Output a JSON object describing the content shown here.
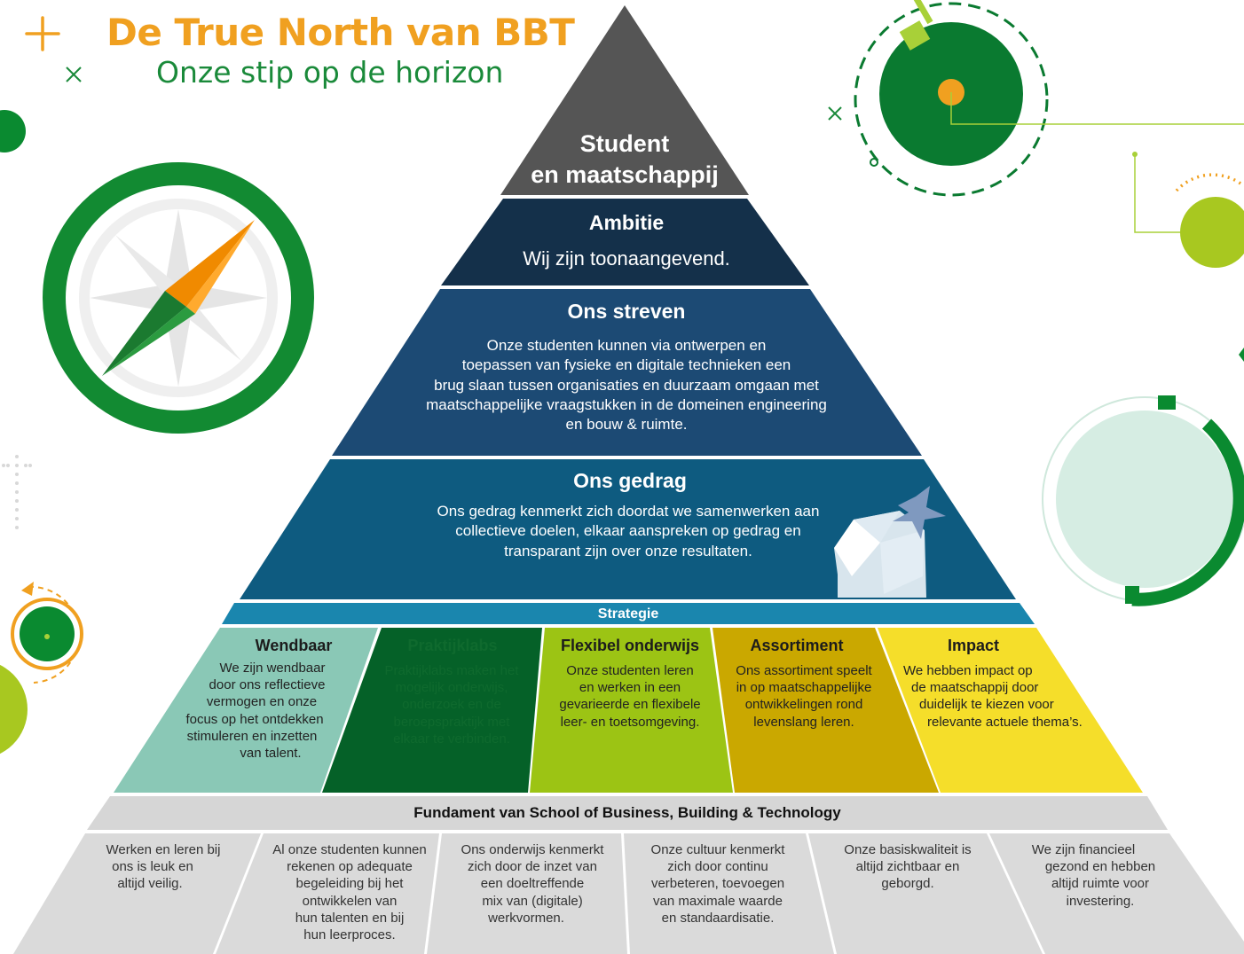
{
  "header": {
    "title": "De True North van BBT",
    "subtitle": "Onze stip op de horizon"
  },
  "pyramid": {
    "top": {
      "line1": "Student",
      "line2": "en maatschappij"
    },
    "ambitie": {
      "title": "Ambitie",
      "text": "Wij zijn toonaangevend."
    },
    "streven": {
      "title": "Ons streven",
      "lines": [
        "Onze studenten kunnen via ontwerpen en",
        "toepassen van fysieke en digitale technieken een",
        "brug slaan tussen organisaties en duurzaam omgaan met",
        "maatschappelijke vraagstukken in de domeinen engineering",
        "en bouw & ruimte."
      ]
    },
    "gedrag": {
      "title": "Ons gedrag",
      "lines": [
        "Ons gedrag kenmerkt zich doordat we samenwerken aan",
        "collectieve doelen, elkaar aanspreken op gedrag en",
        "transparant zijn over onze resultaten."
      ]
    }
  },
  "strategie": {
    "label": "Strategie",
    "pillars": [
      {
        "title": "Wendbaar",
        "lines": [
          "We zijn wendbaar",
          "door ons reflectieve",
          "vermogen en onze",
          "focus op het ontdekken",
          "stimuleren en inzetten",
          "van talent."
        ]
      },
      {
        "title": "Praktijklabs",
        "lines": [
          "Praktijklabs maken het",
          "mogelijk onderwijs,",
          "onderzoek en de",
          "beroepspraktijk met",
          "elkaar te verbinden."
        ]
      },
      {
        "title": "Flexibel onderwijs",
        "lines": [
          "Onze studenten leren",
          "en werken in een",
          "gevarieerde en flexibele",
          "leer- en toetsomgeving."
        ]
      },
      {
        "title": "Assortiment",
        "lines": [
          "Ons assortiment speelt",
          "in op maatschappelijke",
          "ontwikkelingen rond",
          "levenslang leren."
        ]
      },
      {
        "title": "Impact",
        "lines": [
          "We hebben impact op",
          "de maatschappij door",
          "duidelijk te kiezen voor",
          "relevante actuele thema’s."
        ]
      }
    ]
  },
  "fundament": {
    "title": "Fundament van School of Business, Building & Technology",
    "items": [
      {
        "lines": [
          "Werken en leren bij",
          "ons is leuk en",
          "altijd veilig."
        ]
      },
      {
        "lines": [
          "Al onze studenten kunnen",
          "rekenen op adequate",
          "begeleiding bij het",
          "ontwikkelen van",
          "hun talenten en bij",
          "hun leerproces."
        ]
      },
      {
        "lines": [
          "Ons onderwijs kenmerkt",
          "zich door de inzet van",
          "een doeltreffende",
          "mix van (digitale)",
          "werkvormen."
        ]
      },
      {
        "lines": [
          "Onze cultuur kenmerkt",
          "zich door continu",
          "verbeteren, toevoegen",
          "van maximale waarde",
          "en standaardisatie."
        ]
      },
      {
        "lines": [
          "Onze basiskwaliteit is",
          "altijd zichtbaar en",
          "geborgd."
        ]
      },
      {
        "lines": [
          "We zijn financieel",
          "gezond en hebben",
          "altijd ruimte voor",
          "investering."
        ]
      }
    ]
  },
  "colors": {
    "brand_orange": "#f0a020",
    "brand_green": "#1a8a3a",
    "top": "#555555",
    "ambitie": "#14304a",
    "streven": "#1c4a74",
    "gedrag": "#0e5b80",
    "strategie_band": "#1a86ae",
    "wendbaar": "#8ac8b6",
    "praktijklabs": "#056128",
    "flexibel": "#9cc414",
    "assortiment": "#caa800",
    "impact": "#f5de2a",
    "fundament_header": "#d6d6d6",
    "fundament_cells": "#dadada"
  },
  "icons": [
    "compass-icon",
    "gem-icon",
    "target-circle-icon",
    "ring-icon"
  ]
}
